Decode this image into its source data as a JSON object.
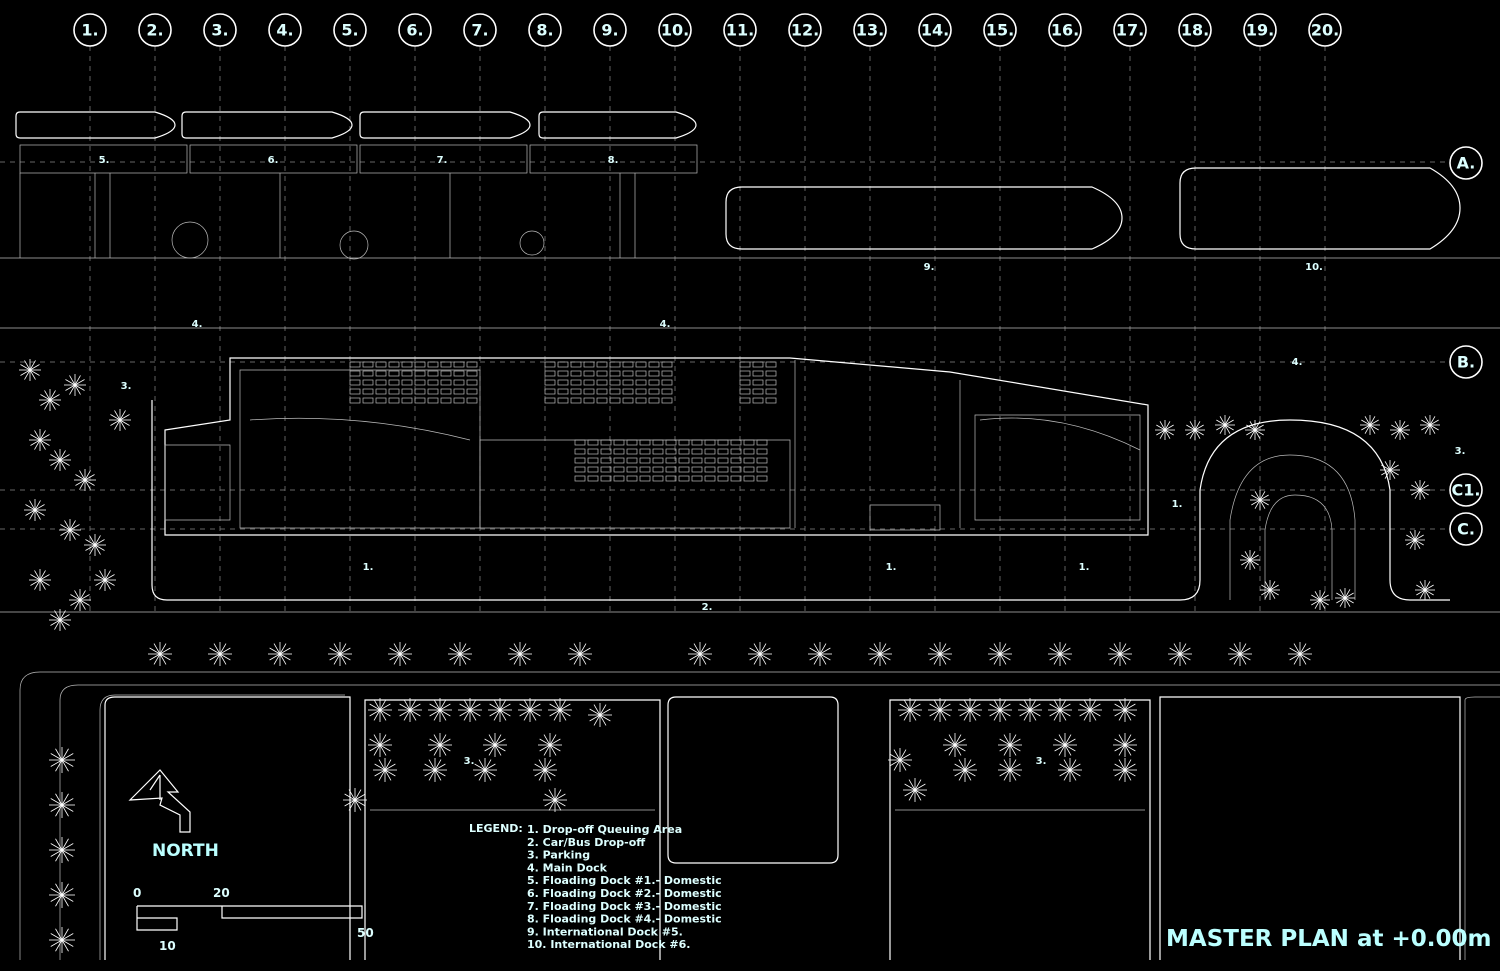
{
  "grid_columns": [
    "1.",
    "2.",
    "3.",
    "4.",
    "5.",
    "6.",
    "7.",
    "8.",
    "9.",
    "10.",
    "11.",
    "12.",
    "13.",
    "14.",
    "15.",
    "16.",
    "17.",
    "18.",
    "19.",
    "20."
  ],
  "grid_rows": [
    "A.",
    "B.",
    "C1.",
    "C."
  ],
  "area_labels": {
    "dock5": "5.",
    "dock6": "6.",
    "dock7": "7.",
    "dock8": "8.",
    "dock9": "9.",
    "dock10": "10.",
    "main_dock_a": "4.",
    "main_dock_b": "4.",
    "main_dock_c": "4.",
    "parking_nw": "3.",
    "parking_e": "3.",
    "parking_s1": "3.",
    "parking_s2": "3.",
    "dropoff_a": "1.",
    "dropoff_b": "1.",
    "dropoff_c": "1.",
    "dropoff_d": "1.",
    "car_bus": "2."
  },
  "legend": {
    "heading": "LEGEND:",
    "items": [
      "1. Drop-off Queuing Area",
      "2. Car/Bus Drop-off",
      "3. Parking",
      "4. Main Dock",
      "5. Floading Dock #1.- Domestic",
      "6. Floading Dock #2.- Domestic",
      "7. Floading Dock #3.- Domestic",
      "8. Floading Dock #4.- Domestic",
      "9. International Dock #5.",
      "10. International Dock #6."
    ]
  },
  "north": {
    "label": "NORTH"
  },
  "scale": {
    "t0": "0",
    "t10": "10",
    "t20": "20",
    "t50": "50"
  },
  "title": "MASTER PLAN at +0.00m",
  "colors": {
    "background": "#000000",
    "linework": "#ffffff",
    "text": "#ccffff"
  }
}
